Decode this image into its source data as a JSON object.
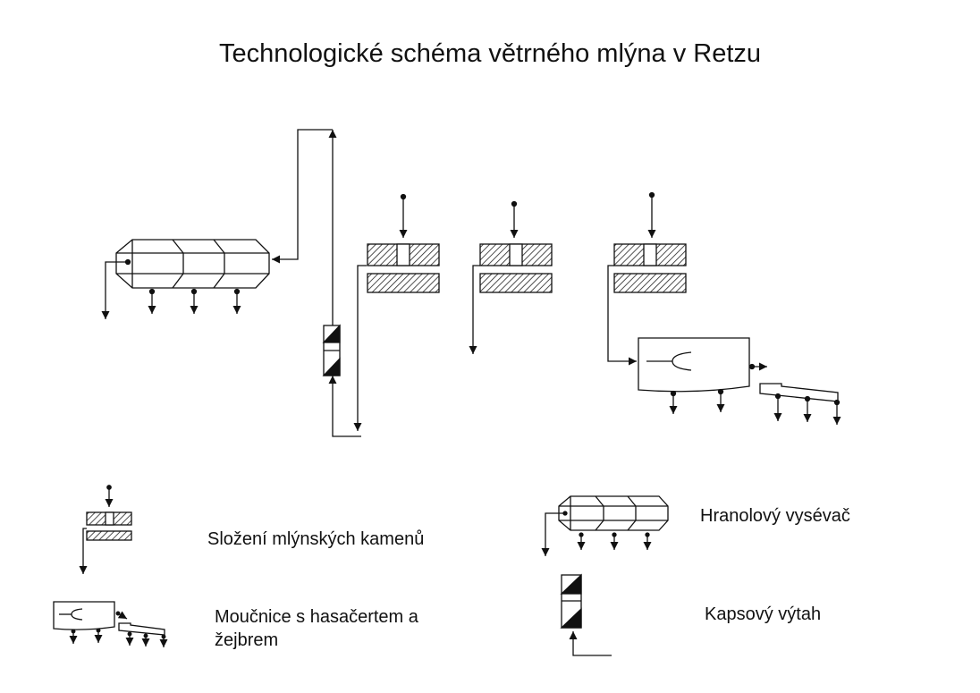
{
  "title": "Technologické schéma větrného mlýna v Retzu",
  "legend": {
    "millstones": "Složení mlýnských kamenů",
    "sifter": "Hranolový vysévač",
    "flour_dresser_line1": "Moučnice s hasačertem a",
    "flour_dresser_line2": "žejbrem",
    "elevator": "Kapsový výtah"
  }
}
